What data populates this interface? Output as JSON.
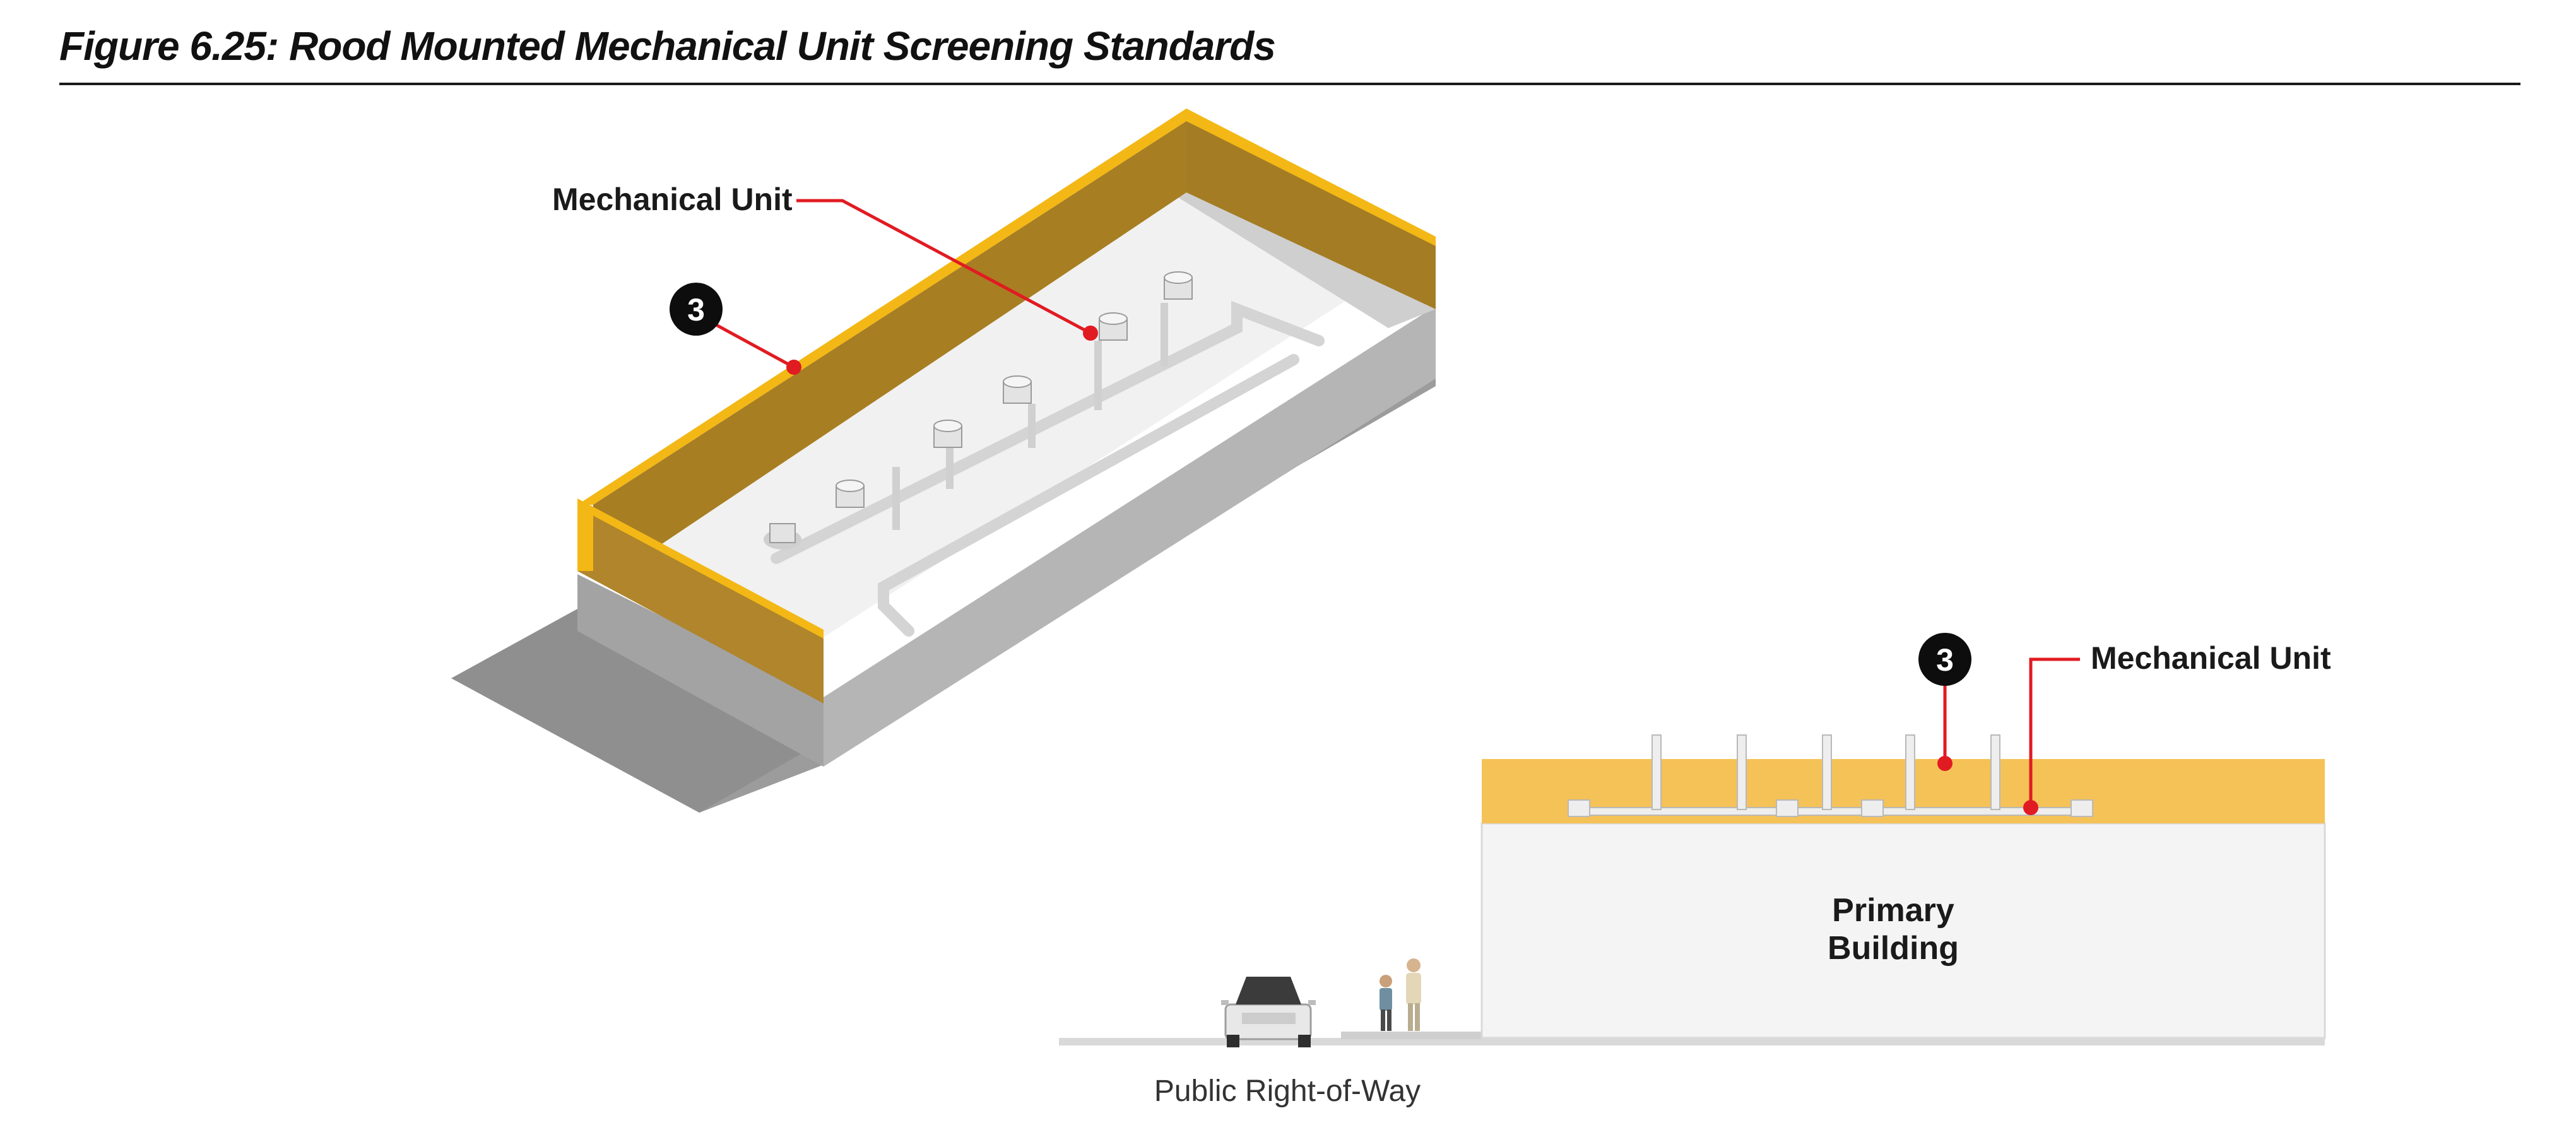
{
  "figure": {
    "title": "Figure 6.25: Rood Mounted Mechanical Unit Screening Standards"
  },
  "isometric_view": {
    "callout_label": "Mechanical Unit",
    "callout_number": "3"
  },
  "elevation_view": {
    "callout_label": "Mechanical Unit",
    "callout_number": "3",
    "building_label_line1": "Primary",
    "building_label_line2": "Building",
    "right_of_way_label": "Public Right-of-Way"
  },
  "colors": {
    "screen_gold": "#f3b815",
    "screen_gold_dark": "#a77e22",
    "screen_light": "#f5c258",
    "callout_red": "#e11b22",
    "roof": "#f2f2f2",
    "wall_grey": "#a8a8a8",
    "shadow": "#9a9a9a"
  }
}
